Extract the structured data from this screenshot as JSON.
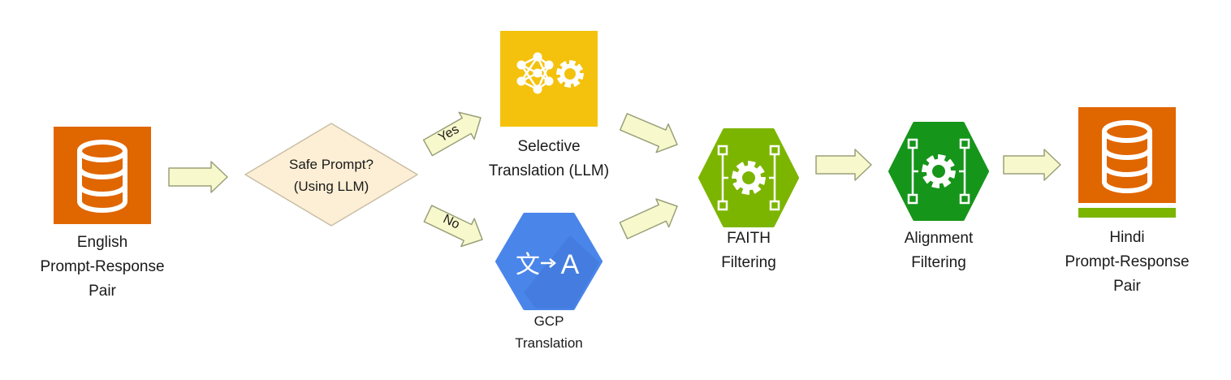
{
  "nodes": {
    "english": {
      "lines": [
        "English",
        "Prompt-Response",
        "Pair"
      ]
    },
    "decision": {
      "lines": [
        "Safe Prompt?",
        "(Using LLM)"
      ]
    },
    "selective": {
      "lines": [
        "Selective",
        "Translation (LLM)"
      ]
    },
    "gcp": {
      "lines": [
        "GCP",
        "Translation"
      ],
      "glyph_src": "文",
      "glyph_dst": "A"
    },
    "faith": {
      "lines": [
        "FAITH",
        "Filtering"
      ]
    },
    "alignment": {
      "lines": [
        "Alignment",
        "Filtering"
      ]
    },
    "hindi": {
      "lines": [
        "Hindi",
        "Prompt-Response",
        "Pair"
      ]
    }
  },
  "edges": {
    "yes": "Yes",
    "no": "No"
  },
  "colors": {
    "orange": "#E06600",
    "yellow": "#F4C20D",
    "blue": "#4A85EA",
    "light_green": "#7CB500",
    "dark_green": "#16951B",
    "arrow_fill": "#F7F8CC",
    "arrow_stroke": "#9AA07A",
    "diamond_fill": "#FCEFD5",
    "diamond_stroke": "#C9BFA6"
  }
}
